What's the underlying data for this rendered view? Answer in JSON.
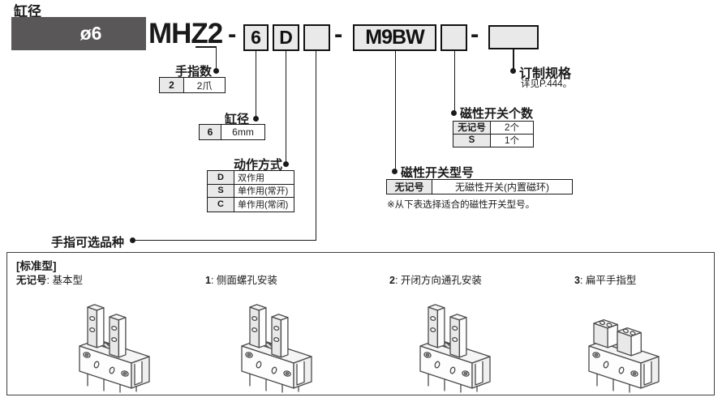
{
  "colors": {
    "badge_bg": "#595757",
    "badge_text": "#ffffff",
    "code_box_fill": "#e9e9e9",
    "table_code_cell_fill": "#e9e9e9",
    "line": "#1a1a1a"
  },
  "header": {
    "section_title": "缸径",
    "bore_badge": "ø6"
  },
  "model_code": {
    "prefix": "MHZ2",
    "dash": "-",
    "boxes": {
      "bore": "6",
      "action": "D",
      "finger_option": "",
      "switch_model": "M9BW",
      "switch_qty": "",
      "made_to_order": ""
    }
  },
  "callouts": {
    "finger_count": {
      "title": "手指数",
      "rows": [
        {
          "code": "2",
          "desc": "2爪"
        }
      ]
    },
    "bore": {
      "title": "缸径",
      "rows": [
        {
          "code": "6",
          "desc": "6mm"
        }
      ]
    },
    "action": {
      "title": "动作方式",
      "rows": [
        {
          "code": "D",
          "desc": "双作用"
        },
        {
          "code": "S",
          "desc": "单作用(常开)"
        },
        {
          "code": "C",
          "desc": "单作用(常闭)"
        }
      ]
    },
    "switch_model": {
      "title": "磁性开关型号",
      "rows": [
        {
          "code": "无记号",
          "desc": "无磁性开关(内置磁环)"
        }
      ],
      "note": "※从下表选择适合的磁性开关型号。"
    },
    "switch_qty": {
      "title": "磁性开关个数",
      "rows": [
        {
          "code": "无记号",
          "desc": "2个"
        },
        {
          "code": "S",
          "desc": "1个"
        }
      ]
    },
    "made_to_order": {
      "title": "订制规格",
      "note": "详见P.444。"
    },
    "finger_option": {
      "title": "手指可选品种"
    }
  },
  "variants_panel": {
    "group_label": "[标准型]",
    "items": [
      {
        "code": "无记号",
        "label": ": 基本型"
      },
      {
        "code": "1",
        "label": ": 侧面螺孔安装"
      },
      {
        "code": "2",
        "label": ": 开闭方向通孔安装"
      },
      {
        "code": "3",
        "label": ": 扁平手指型"
      }
    ]
  }
}
